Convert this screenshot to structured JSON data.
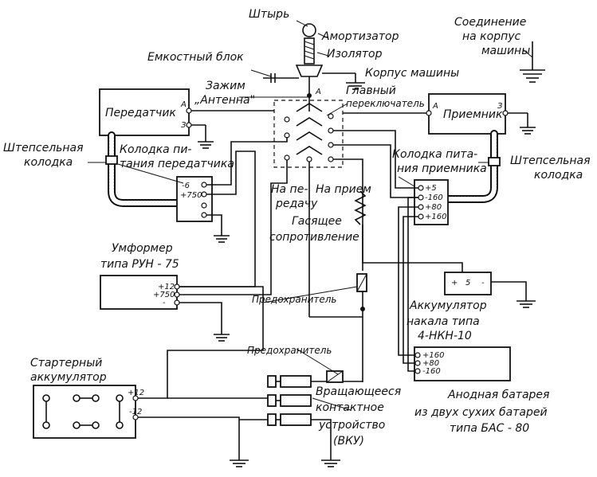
{
  "labels": {
    "rod": "Штырь",
    "shock_absorber": "Амортизатор",
    "insulator": "Изолятор",
    "capacitive_block": "Емкостный блок",
    "chassis_connection_1": "Соединение",
    "chassis_connection_2": "на корпус",
    "chassis_connection_3": "машины",
    "vehicle_body": "Корпус машины",
    "antenna_clamp_1": "Зажим",
    "antenna_clamp_2": "„Антенна\"",
    "main_switch_1": "Главный",
    "main_switch_2": "переключатель",
    "transmitter": "Передатчик",
    "receiver": "Приемник",
    "plug_left_1": "Штепсельная",
    "plug_left_2": "колодка",
    "plug_right_1": "Штепсельная",
    "plug_right_2": "колодка",
    "tx_power_block_1": "Колодка пи-",
    "tx_power_block_2": "тания передатчика",
    "rx_power_block_1": "Колодка пита-",
    "rx_power_block_2": "ния приемника",
    "to_transmit_1": "На пе-",
    "to_transmit_2": "редачу",
    "to_receive": "На прием",
    "damping_resistor_1": "Гасящее",
    "damping_resistor_2": "сопротивление",
    "umformer_1": "Умформер",
    "umformer_2": "типа РУН - 75",
    "fuse_1": "Предохранитель",
    "fuse_2": "Предохранитель",
    "filament_battery_1": "Аккумулятор",
    "filament_battery_2": "накала типа",
    "filament_battery_3": "4-НКН-10",
    "starter_battery_1": "Стартерный",
    "starter_battery_2": "аккумулятор",
    "rotating_contact_1": "Вращающееся",
    "rotating_contact_2": "контактное",
    "rotating_contact_3": "устройство",
    "rotating_contact_4": "(ВКУ)",
    "anode_battery_1": "Анодная батарея",
    "anode_battery_2": "из двух сухих батарей",
    "anode_battery_3": "типа БАС - 80"
  },
  "pins": {
    "tx_a": "A",
    "tx_z": "З",
    "rx_a": "A",
    "rx_z": "З",
    "switch_a": "A",
    "tx_block_minus6": "-6",
    "tx_block_750": "+750",
    "rx_block_5": "+5",
    "rx_block_160": "-160",
    "rx_block_80": "+80",
    "rx_block_p160": "+160",
    "umf_12": "+12",
    "umf_750": "+750",
    "umf_minus": "-",
    "fil_plus": "+",
    "fil_5": "5",
    "fil_minus": "-",
    "anode_160": "+160",
    "anode_80": "+80",
    "anode_m160": "-160",
    "starter_p12": "+12",
    "starter_m12": "-12"
  }
}
